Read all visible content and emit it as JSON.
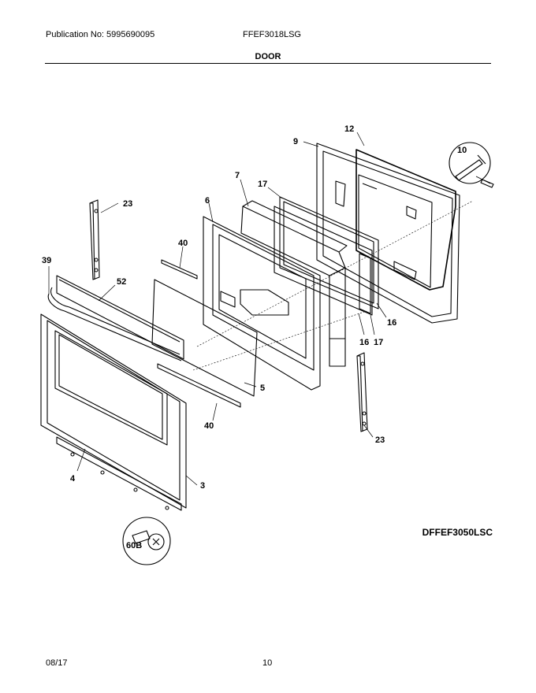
{
  "header": {
    "publication": "Publication No: 5995690095",
    "model": "FFEF3018LSG",
    "title": "DOOR"
  },
  "diagram": {
    "callouts": {
      "c12": "12",
      "c9": "9",
      "c10": "10",
      "c7": "7",
      "c17a": "17",
      "c6": "6",
      "c23a": "23",
      "c40a": "40",
      "c39": "39",
      "c52": "52",
      "c16a": "16",
      "c16b": "16",
      "c17b": "17",
      "c5": "5",
      "c40b": "40",
      "c23b": "23",
      "c4": "4",
      "c3": "3",
      "c60b": "60B"
    },
    "reference_code": "DFFEF3050LSC"
  },
  "footer": {
    "date": "08/17",
    "page": "10"
  }
}
